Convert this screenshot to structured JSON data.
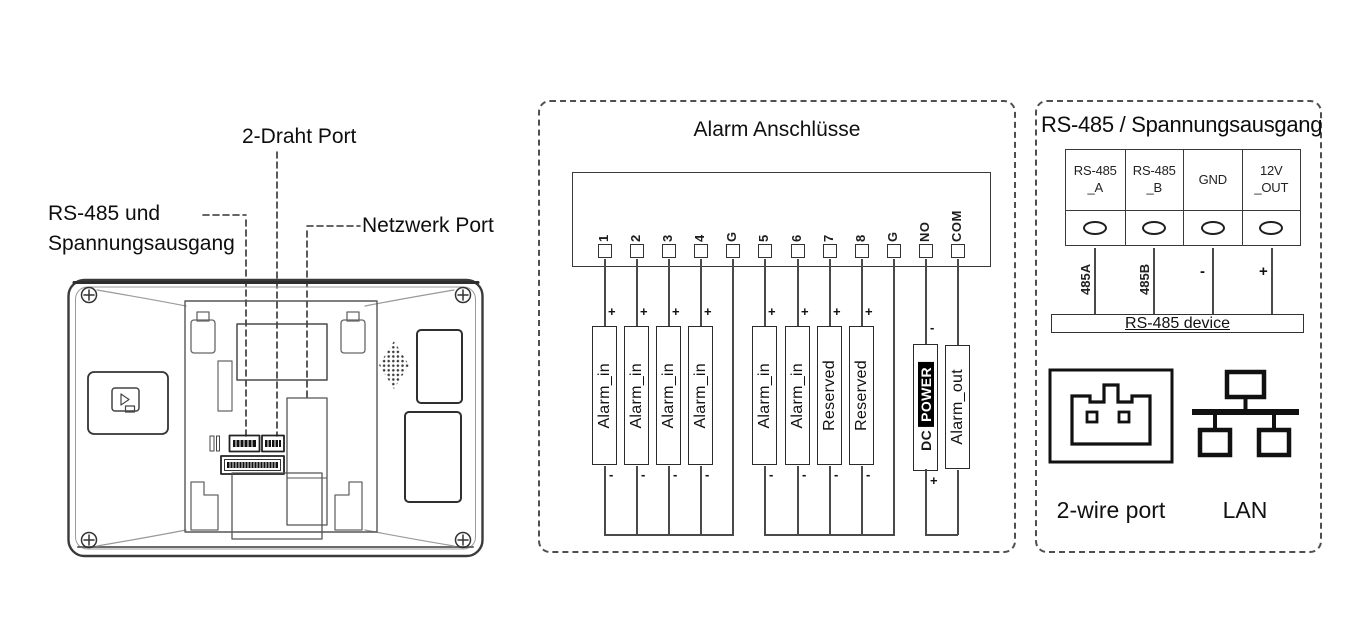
{
  "left_panel": {
    "labels": {
      "two_wire_port": "2-Draht Port",
      "rs485_output": "RS-485 und\nSpannungsausgang",
      "network_port": "Netzwerk Port"
    }
  },
  "alarm_panel": {
    "title": "Alarm Anschlüsse",
    "terminals": [
      "1",
      "2",
      "3",
      "4",
      "G",
      "5",
      "6",
      "7",
      "8",
      "G",
      "NO",
      "COM"
    ],
    "group1_boxes": [
      "Alarm_in",
      "Alarm_in",
      "Alarm_in",
      "Alarm_in"
    ],
    "group2_boxes": [
      "Alarm_in",
      "Alarm_in",
      "Reserved",
      "Reserved"
    ],
    "dc_power": {
      "dc": "DC",
      "power": "POWER"
    },
    "alarm_out": "Alarm_out",
    "plus": "+",
    "minus": "-"
  },
  "rs485_panel": {
    "title": "RS-485 / Spannungsausgang",
    "table_headers": [
      "RS-485\n_A",
      "RS-485\n_B",
      "GND",
      "12V\n_OUT"
    ],
    "wire_labels": [
      "485A",
      "485B",
      "-",
      "+"
    ],
    "device_label": "RS-485 device",
    "two_wire_caption": "2-wire port",
    "lan_caption": "LAN"
  },
  "colors": {
    "line": "#3a3a3a",
    "dashed_border": "#4f4f4f",
    "dc_power_bg": "#000000"
  }
}
